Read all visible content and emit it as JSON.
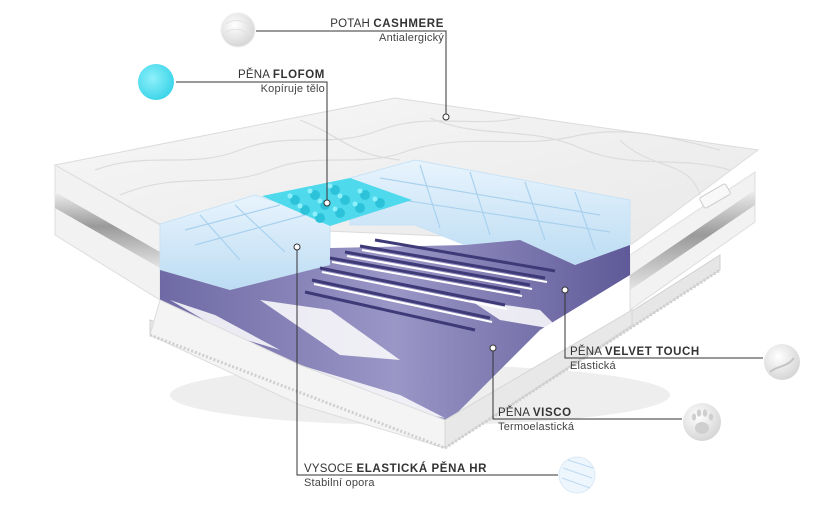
{
  "labels": {
    "cashmere": {
      "prefix": "POTAH ",
      "name": "CASHMERE",
      "desc": "Antialergický"
    },
    "flofom": {
      "prefix": "PĚNA ",
      "name": "FLOFOM",
      "desc": "Kopíruje tělo"
    },
    "velvet": {
      "prefix": "PĚNA ",
      "name": "VELVET TOUCH",
      "desc": "Elastická"
    },
    "visco": {
      "prefix": "PĚNA ",
      "name": "VISCO",
      "desc": "Termoelastická"
    },
    "hr": {
      "prefix": "VYSOCE ",
      "name": "ELASTICKÁ PĚNA HR",
      "desc": "Stabilní opora"
    }
  },
  "colors": {
    "flofom": "#5ee3f2",
    "hr_foam": "#8c88b8",
    "top_foam": "#d7ecfa",
    "cover": "#f4f4f4",
    "leader": "#333333"
  },
  "icons": {
    "cashmere": "fabric-swatch-icon",
    "flofom": "cyan-foam-icon",
    "velvet": "velvet-swatch-icon",
    "visco": "handprint-icon",
    "hr": "foam-texture-icon"
  }
}
